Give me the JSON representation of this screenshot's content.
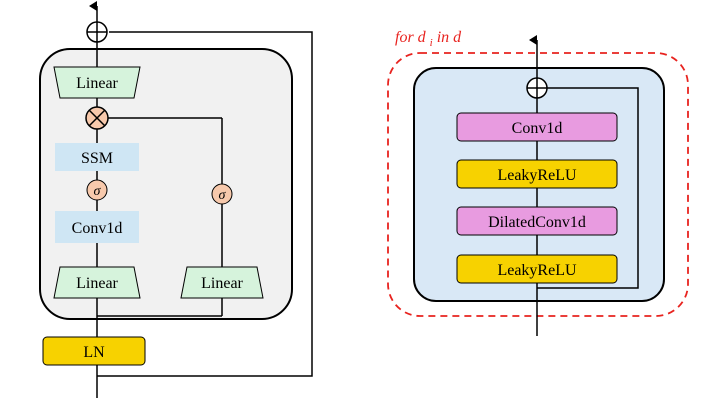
{
  "left_block": {
    "linear_top": "Linear",
    "ssm": "SSM",
    "gate_left": "σ",
    "conv1d": "Conv1d",
    "linear_bottom_left": "Linear",
    "gate_right": "σ",
    "linear_bottom_right": "Linear",
    "ln": "LN"
  },
  "right_block": {
    "loop_label": {
      "prefix": "for d",
      "subscript": "i",
      "suffix": " in d"
    },
    "layers": [
      "Conv1d",
      "LeakyReLU",
      "DilatedConv1d",
      "LeakyReLU"
    ]
  },
  "colors": {
    "linear_fill": "#d6f3dc",
    "ssm_fill": "#cfe6f4",
    "op_fill": "#f7c9ac",
    "ln_fill": "#f7d200",
    "conv_fill": "#e89be0",
    "leaky_fill": "#f7d200",
    "right_panel_fill": "#d9e8f6",
    "left_panel_fill": "#f1f1f1",
    "loop_border": "#e8231f"
  }
}
